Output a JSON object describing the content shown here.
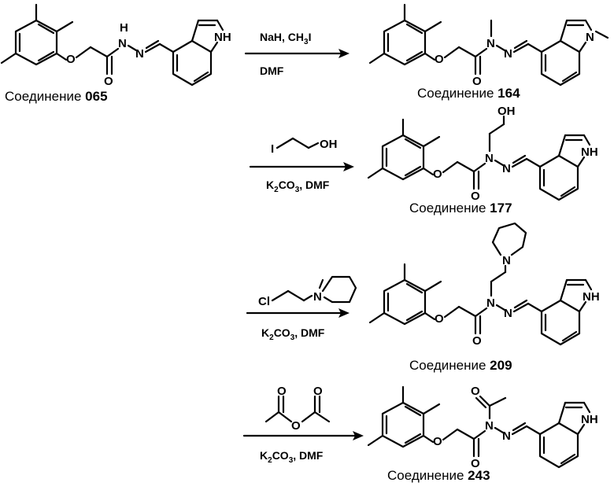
{
  "scheme": {
    "compound_word": "Соединение",
    "start": {
      "number": "065"
    },
    "products": [
      {
        "number": "164"
      },
      {
        "number": "177"
      },
      {
        "number": "209"
      },
      {
        "number": "243"
      }
    ],
    "arrows": [
      {
        "above": "NaH, CH",
        "above_sub": "3",
        "above_tail": "I",
        "below": "DMF"
      },
      {
        "reagent_atoms": [
          "I",
          "OH"
        ],
        "below_pre": "K",
        "below_sub1": "2",
        "below_mid": "CO",
        "below_sub2": "3",
        "below_post": ", DMF"
      },
      {
        "reagent_atoms": [
          "Cl",
          "N"
        ],
        "below_pre": "K",
        "below_sub1": "2",
        "below_mid": "CO",
        "below_sub2": "3",
        "below_post": ", DMF"
      },
      {
        "reagent_atoms": [
          "O"
        ],
        "below_pre": "K",
        "below_sub1": "2",
        "below_mid": "CO",
        "below_sub2": "3",
        "below_post": ", DMF"
      }
    ],
    "atoms": {
      "O": "O",
      "N": "N",
      "NH": "NH",
      "H": "H",
      "OH": "OH",
      "I": "I",
      "Cl": "Cl"
    }
  }
}
